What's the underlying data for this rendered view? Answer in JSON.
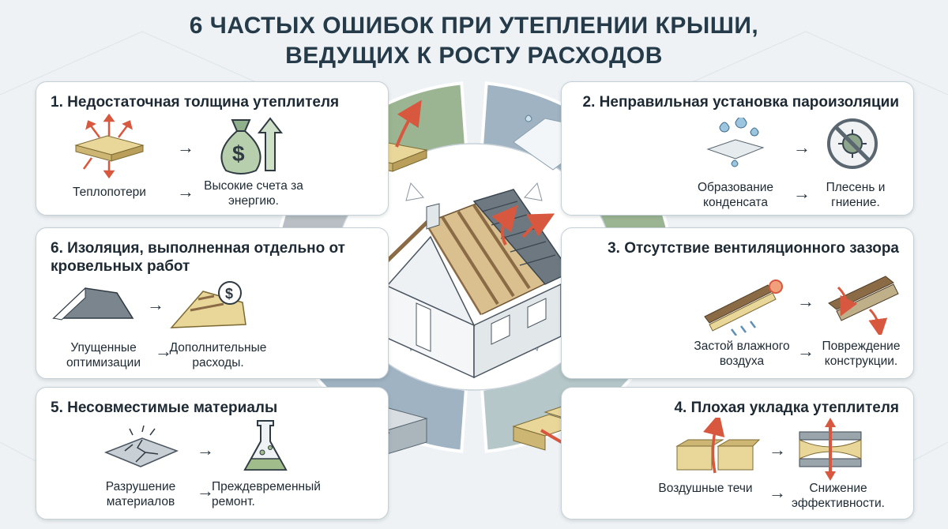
{
  "title": {
    "line1": "6 ЧАСТЫХ ОШИБОК ПРИ УТЕПЛЕНИИ КРЫШИ,",
    "line2": "ВЕДУЩИХ К РОСТУ РАСХОДОВ"
  },
  "cards": [
    {
      "title": "1. Недостаточная толщина утеплителя",
      "left_label": "Теплопотери",
      "right_label": "Высокие счета за энергию.",
      "left_icon": "insulation-heat-loss-icon",
      "right_icon": "money-bag-icon"
    },
    {
      "title": "2. Неправильная установка пароизоляции",
      "left_label": "Образование конденсата",
      "right_label": "Плесень и гниение.",
      "left_icon": "condensation-drops-icon",
      "right_icon": "no-mold-icon"
    },
    {
      "title": "3. Отсутствие вентиляционного зазора",
      "left_label": "Застой влажного воздуха",
      "right_label": "Повреждение конструкции.",
      "left_icon": "stagnant-air-icon",
      "right_icon": "damaged-structure-icon"
    },
    {
      "title": "4. Плохая укладка утеплителя",
      "left_label": "Воздушные течи",
      "right_label": "Снижение эффективности.",
      "left_icon": "air-leak-icon",
      "right_icon": "compressed-insulation-icon"
    },
    {
      "title": "5. Несовместимые материалы",
      "left_label": "Разрушение материалов",
      "right_label": "Преждевременный ремонт.",
      "left_icon": "cracked-material-icon",
      "right_icon": "chemistry-flask-icon"
    },
    {
      "title": "6. Изоляция, выполненная отдельно от кровельных работ",
      "left_label": "Упущенные оптимизации",
      "right_label": "Дополнительные расходы.",
      "left_icon": "roof-icon",
      "right_icon": "roof-money-icon"
    }
  ],
  "colors": {
    "segment_green": "#9bb593",
    "segment_blue": "#9fb3c2",
    "segment_gray": "#b9bfc4",
    "arrow_red": "#d8583f",
    "insulation_yellow": "#e9d79a",
    "card_border": "#c5d0d6",
    "title_color": "#253b4a"
  },
  "icons": {
    "center": "house-roof-cutaway-icon",
    "workers": "workers-icon",
    "dollar": "dollar-icon",
    "plus": "plus-icon"
  },
  "plus_sign": "+",
  "dollar_sign": "$",
  "arrow_glyph": "→"
}
